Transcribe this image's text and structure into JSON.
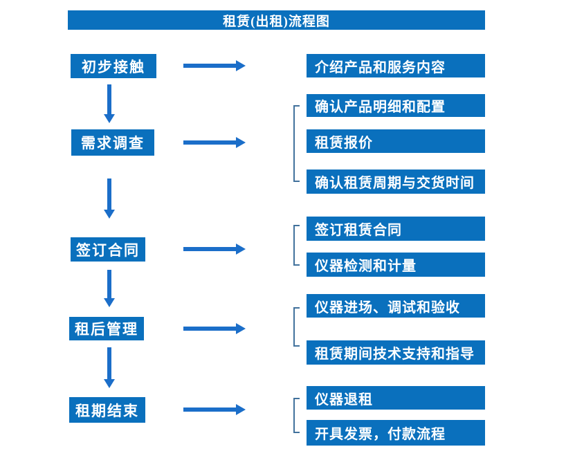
{
  "title": "租赁(出租)流程图",
  "colors": {
    "box_blue": "#0a70bd",
    "arrow_blue": "#1b6ec9",
    "bracket_blue": "#41719c",
    "text_white": "#ffffff"
  },
  "flow": {
    "rows": [
      {
        "stage": "初步接触",
        "steps": [
          "介绍产品和服务内容"
        ]
      },
      {
        "stage": "需求调查",
        "steps": [
          "确认产品明细和配置",
          "租赁报价",
          "确认租赁周期与交货时间"
        ]
      },
      {
        "stage": "签订合同",
        "steps": [
          "签订租赁合同",
          "仪器检测和计量"
        ]
      },
      {
        "stage": "租后管理",
        "steps": [
          "仪器进场、调试和验收",
          "租赁期间技术支持和指导"
        ]
      },
      {
        "stage": "租期结束",
        "steps": [
          "仪器退租",
          "开具发票，付款流程"
        ]
      }
    ]
  }
}
